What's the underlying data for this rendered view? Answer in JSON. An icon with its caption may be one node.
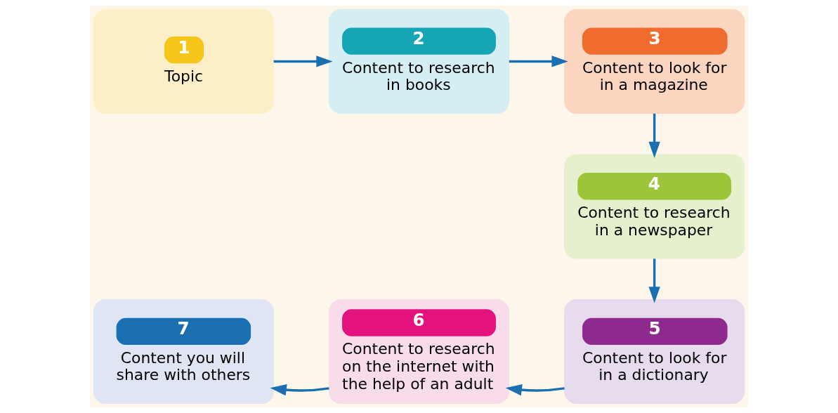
{
  "diagram": {
    "nodes": [
      {
        "text": [
          "1",
          "Topic"
        ]
      },
      {
        "text": [
          "2",
          "Content to research in books"
        ]
      },
      {
        "text": [
          "3",
          "Content to look for in a magazine"
        ]
      },
      {
        "text": [
          "4",
          "Content to research in a newspaper"
        ]
      },
      {
        "text": [
          "5",
          "Content to look for in a dictionary"
        ]
      },
      {
        "text": [
          "6",
          "Content to research on the internet with the help of an adult"
        ]
      },
      {
        "text": [
          "7",
          "Content you will share with others"
        ]
      }
    ],
    "edges": [
      {
        "from": 0,
        "to": 1,
        "arrow": "to"
      },
      {
        "from": 1,
        "to": 2,
        "arrow": "to"
      },
      {
        "from": 2,
        "to": 3,
        "arrow": "to"
      },
      {
        "from": 3,
        "to": 4,
        "arrow": "to"
      },
      {
        "from": 4,
        "to": 5,
        "arrow": "to"
      },
      {
        "from": 5,
        "to": 6,
        "arrow": "to"
      }
    ]
  }
}
